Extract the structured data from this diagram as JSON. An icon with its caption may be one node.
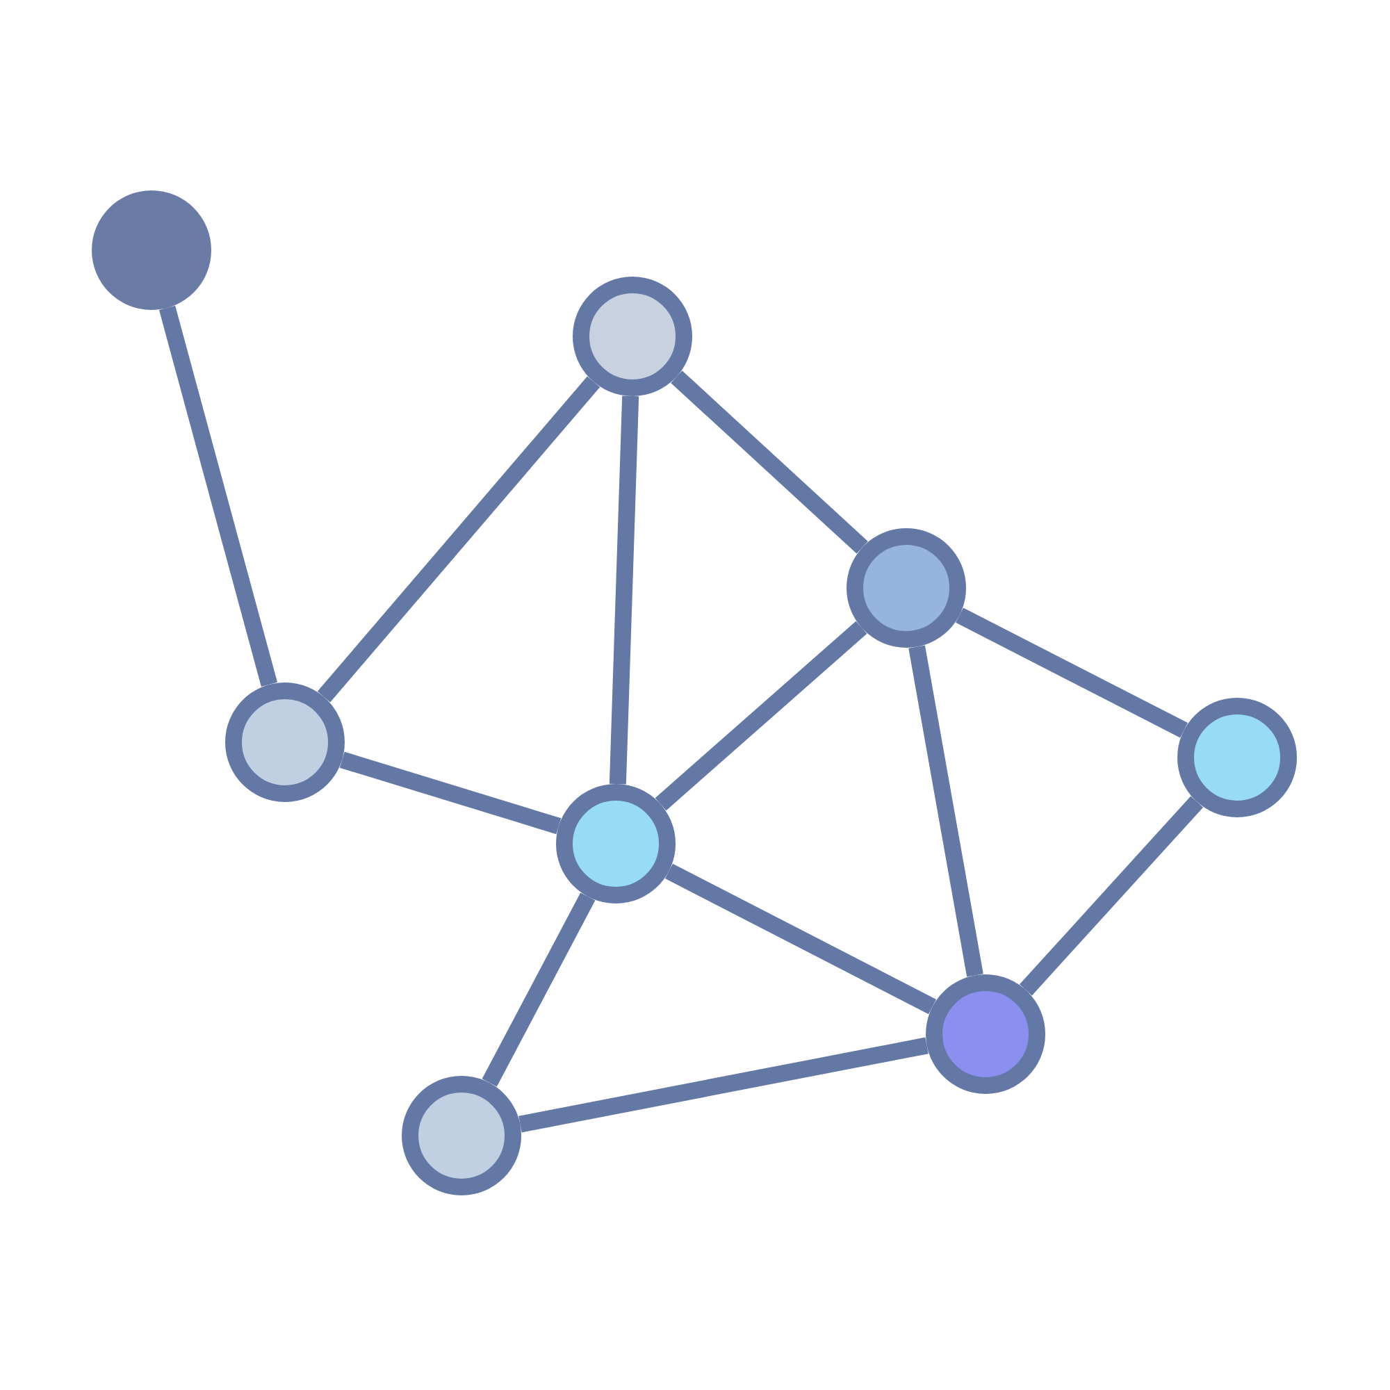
{
  "diagram": {
    "nodes": [
      {
        "text": [],
        "shape": "circle"
      },
      {
        "text": [],
        "shape": "circle"
      },
      {
        "text": [],
        "shape": "circle"
      },
      {
        "text": [],
        "shape": "circle"
      },
      {
        "text": [],
        "shape": "circle"
      },
      {
        "text": [],
        "shape": "circle"
      },
      {
        "text": [],
        "shape": "circle"
      },
      {
        "text": [],
        "shape": "circle"
      }
    ],
    "edges": [
      {
        "from": 0,
        "to": 3,
        "arrow": "none"
      },
      {
        "from": 3,
        "to": 1,
        "arrow": "none"
      },
      {
        "from": 1,
        "to": 5,
        "arrow": "none"
      },
      {
        "from": 1,
        "to": 2,
        "arrow": "none"
      },
      {
        "from": 2,
        "to": 4,
        "arrow": "none"
      },
      {
        "from": 2,
        "to": 5,
        "arrow": "none"
      },
      {
        "from": 2,
        "to": 6,
        "arrow": "none"
      },
      {
        "from": 3,
        "to": 5,
        "arrow": "none"
      },
      {
        "from": 5,
        "to": 6,
        "arrow": "none"
      },
      {
        "from": 4,
        "to": 6,
        "arrow": "none"
      },
      {
        "from": 5,
        "to": 7,
        "arrow": "none"
      },
      {
        "from": 7,
        "to": 6,
        "arrow": "none"
      }
    ]
  }
}
